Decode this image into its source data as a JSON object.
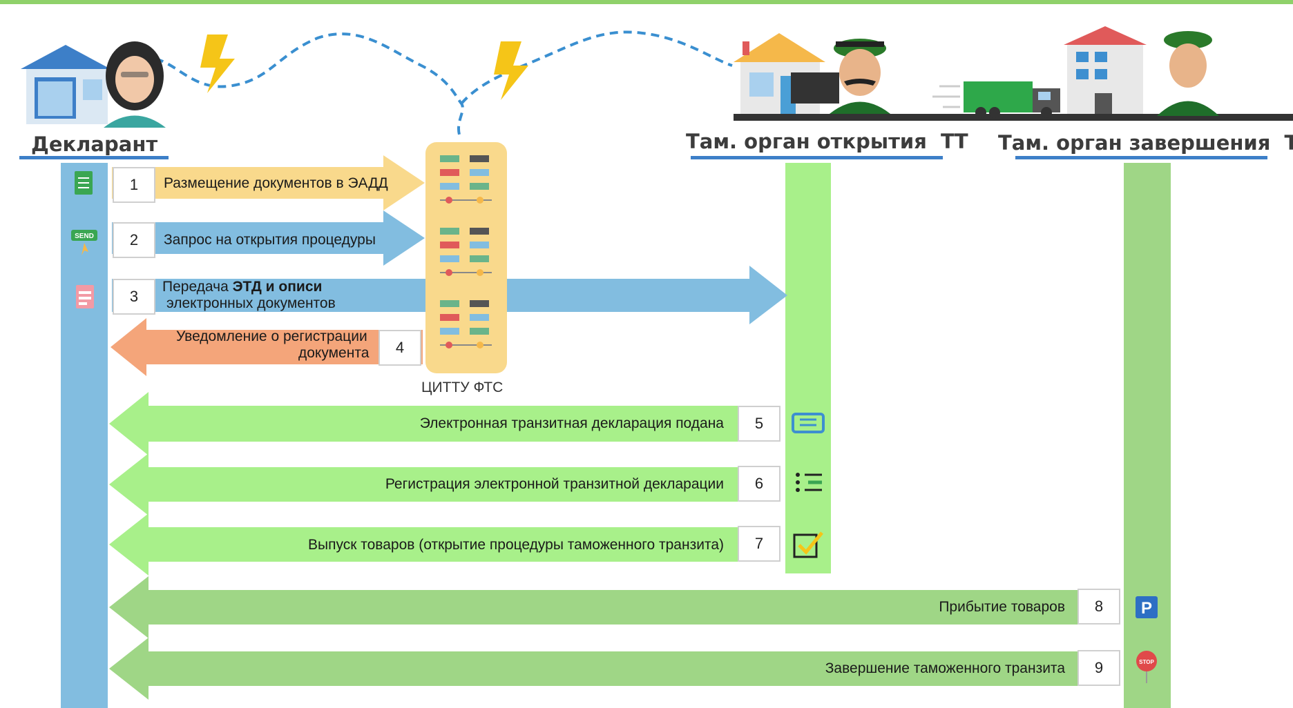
{
  "actors": {
    "declarant": "Декларант",
    "customs_open": "Там. орган открытия  ТТ",
    "customs_close": "Там. орган завершения  ТТ"
  },
  "server_label": "ЦИТТУ ФТС",
  "steps": [
    {
      "num": "1",
      "text": "Размещение документов в ЭАДД",
      "icon": "document-icon"
    },
    {
      "num": "2",
      "text": "Запрос на открытия процедуры",
      "icon": "send-icon"
    },
    {
      "num": "3",
      "line1_plain": "Передача ",
      "line1_bold": "ЭТД и описи",
      "line2": "электронных документов",
      "icon": "pdf-document-icon"
    },
    {
      "num": "4",
      "line1": "Уведомление о регистрации",
      "line2": "документа"
    },
    {
      "num": "5",
      "text": "Электронная транзитная декларация подана",
      "icon": "scroll-icon"
    },
    {
      "num": "6",
      "text": "Регистрация электронной транзитной декларации",
      "icon": "list-icon"
    },
    {
      "num": "7",
      "text": "Выпуск товаров (открытие процедуры таможенного транзита)",
      "icon": "checkbox-icon"
    },
    {
      "num": "8",
      "text": "Прибытие товаров",
      "icon": "parking-sign-icon"
    },
    {
      "num": "9",
      "text": "Завершение таможенного транзита",
      "icon": "stop-sign-icon"
    }
  ],
  "colors": {
    "declarant_lane": "#82bde0",
    "customs_lane": "#a8f08a",
    "close_lane": "#9fd686",
    "arrow_yellow": "#f9d98c",
    "arrow_blue": "#82bde0",
    "arrow_orange": "#f4a57a",
    "arrow_green": "#a8f08a",
    "arrow_dark_green": "#9fd686"
  }
}
